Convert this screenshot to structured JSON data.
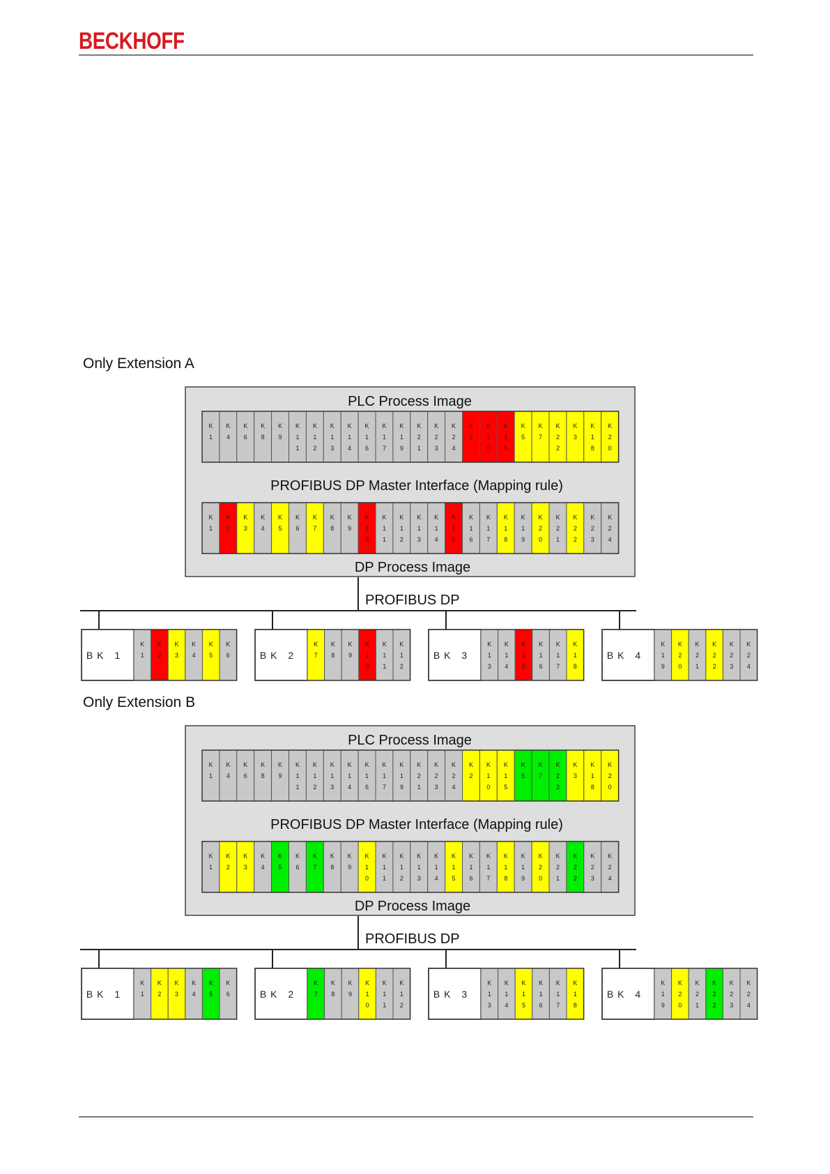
{
  "header": {
    "logo_text": "BECKHOFF"
  },
  "colors": {
    "red": "#ff0000",
    "yellow": "#ffff00",
    "green": "#00ee00",
    "gray": "#c8c8c8",
    "panel": "#dedede",
    "brand": "#d71920"
  },
  "sections": [
    {
      "title": "Only Extension A",
      "panel_title": "PLC Process Image",
      "mapping_label": "PROFIBUS DP Master Interface (Mapping rule)",
      "dp_image_label": "DP Process Image",
      "bus_label": "PROFIBUS DP",
      "plc_row": [
        {
          "label": "K1",
          "color": "gray"
        },
        {
          "label": "K4",
          "color": "gray"
        },
        {
          "label": "K6",
          "color": "gray"
        },
        {
          "label": "K8",
          "color": "gray"
        },
        {
          "label": "K9",
          "color": "gray"
        },
        {
          "label": "K11",
          "color": "gray"
        },
        {
          "label": "K12",
          "color": "gray"
        },
        {
          "label": "K13",
          "color": "gray"
        },
        {
          "label": "K14",
          "color": "gray"
        },
        {
          "label": "K16",
          "color": "gray"
        },
        {
          "label": "K17",
          "color": "gray"
        },
        {
          "label": "K19",
          "color": "gray"
        },
        {
          "label": "K21",
          "color": "gray"
        },
        {
          "label": "K23",
          "color": "gray"
        },
        {
          "label": "K24",
          "color": "gray"
        },
        {
          "label": "K2",
          "color": "red"
        },
        {
          "label": "K10",
          "color": "red"
        },
        {
          "label": "K15",
          "color": "red"
        },
        {
          "label": "K5",
          "color": "yellow"
        },
        {
          "label": "K7",
          "color": "yellow"
        },
        {
          "label": "K22",
          "color": "yellow"
        },
        {
          "label": "K3",
          "color": "yellow"
        },
        {
          "label": "K18",
          "color": "yellow"
        },
        {
          "label": "K20",
          "color": "yellow"
        }
      ],
      "dp_row": [
        {
          "label": "K1",
          "color": "gray"
        },
        {
          "label": "K2",
          "color": "red"
        },
        {
          "label": "K3",
          "color": "yellow"
        },
        {
          "label": "K4",
          "color": "gray"
        },
        {
          "label": "K5",
          "color": "yellow"
        },
        {
          "label": "K6",
          "color": "gray"
        },
        {
          "label": "K7",
          "color": "yellow"
        },
        {
          "label": "K8",
          "color": "gray"
        },
        {
          "label": "K9",
          "color": "gray"
        },
        {
          "label": "K10",
          "color": "red"
        },
        {
          "label": "K11",
          "color": "gray"
        },
        {
          "label": "K12",
          "color": "gray"
        },
        {
          "label": "K13",
          "color": "gray"
        },
        {
          "label": "K14",
          "color": "gray"
        },
        {
          "label": "K15",
          "color": "red"
        },
        {
          "label": "K16",
          "color": "gray"
        },
        {
          "label": "K17",
          "color": "gray"
        },
        {
          "label": "K18",
          "color": "yellow"
        },
        {
          "label": "K19",
          "color": "gray"
        },
        {
          "label": "K20",
          "color": "yellow"
        },
        {
          "label": "K21",
          "color": "gray"
        },
        {
          "label": "K22",
          "color": "yellow"
        },
        {
          "label": "K23",
          "color": "gray"
        },
        {
          "label": "K24",
          "color": "gray"
        }
      ],
      "couplers": [
        {
          "label": "BK 1",
          "terminals": [
            {
              "label": "K1",
              "color": "gray"
            },
            {
              "label": "K2",
              "color": "red"
            },
            {
              "label": "K3",
              "color": "yellow"
            },
            {
              "label": "K4",
              "color": "gray"
            },
            {
              "label": "K5",
              "color": "yellow"
            },
            {
              "label": "K6",
              "color": "gray"
            }
          ]
        },
        {
          "label": "BK 2",
          "terminals": [
            {
              "label": "K7",
              "color": "yellow"
            },
            {
              "label": "K8",
              "color": "gray"
            },
            {
              "label": "K9",
              "color": "gray"
            },
            {
              "label": "K10",
              "color": "red"
            },
            {
              "label": "K11",
              "color": "gray"
            },
            {
              "label": "K12",
              "color": "gray"
            }
          ]
        },
        {
          "label": "BK 3",
          "terminals": [
            {
              "label": "K13",
              "color": "gray"
            },
            {
              "label": "K14",
              "color": "gray"
            },
            {
              "label": "K15",
              "color": "red"
            },
            {
              "label": "K16",
              "color": "gray"
            },
            {
              "label": "K17",
              "color": "gray"
            },
            {
              "label": "K18",
              "color": "yellow"
            }
          ]
        },
        {
          "label": "BK 4",
          "terminals": [
            {
              "label": "K19",
              "color": "gray"
            },
            {
              "label": "K20",
              "color": "yellow"
            },
            {
              "label": "K21",
              "color": "gray"
            },
            {
              "label": "K22",
              "color": "yellow"
            },
            {
              "label": "K23",
              "color": "gray"
            },
            {
              "label": "K24",
              "color": "gray"
            }
          ]
        }
      ]
    },
    {
      "title": "Only Extension B",
      "panel_title": "PLC Process Image",
      "mapping_label": "PROFIBUS DP Master Interface (Mapping rule)",
      "dp_image_label": "DP Process Image",
      "bus_label": "PROFIBUS DP",
      "plc_row": [
        {
          "label": "K1",
          "color": "gray"
        },
        {
          "label": "K4",
          "color": "gray"
        },
        {
          "label": "K6",
          "color": "gray"
        },
        {
          "label": "K8",
          "color": "gray"
        },
        {
          "label": "K9",
          "color": "gray"
        },
        {
          "label": "K11",
          "color": "gray"
        },
        {
          "label": "K12",
          "color": "gray"
        },
        {
          "label": "K13",
          "color": "gray"
        },
        {
          "label": "K14",
          "color": "gray"
        },
        {
          "label": "K16",
          "color": "gray"
        },
        {
          "label": "K17",
          "color": "gray"
        },
        {
          "label": "K19",
          "color": "gray"
        },
        {
          "label": "K21",
          "color": "gray"
        },
        {
          "label": "K23",
          "color": "gray"
        },
        {
          "label": "K24",
          "color": "gray"
        },
        {
          "label": "K2",
          "color": "yellow"
        },
        {
          "label": "K10",
          "color": "yellow"
        },
        {
          "label": "K15",
          "color": "yellow"
        },
        {
          "label": "K5",
          "color": "green"
        },
        {
          "label": "K7",
          "color": "green"
        },
        {
          "label": "K22",
          "color": "green"
        },
        {
          "label": "K3",
          "color": "yellow"
        },
        {
          "label": "K18",
          "color": "yellow"
        },
        {
          "label": "K20",
          "color": "yellow"
        }
      ],
      "dp_row": [
        {
          "label": "K1",
          "color": "gray"
        },
        {
          "label": "K2",
          "color": "yellow"
        },
        {
          "label": "K3",
          "color": "yellow"
        },
        {
          "label": "K4",
          "color": "gray"
        },
        {
          "label": "K5",
          "color": "green"
        },
        {
          "label": "K6",
          "color": "gray"
        },
        {
          "label": "K7",
          "color": "green"
        },
        {
          "label": "K8",
          "color": "gray"
        },
        {
          "label": "K9",
          "color": "gray"
        },
        {
          "label": "K10",
          "color": "yellow"
        },
        {
          "label": "K11",
          "color": "gray"
        },
        {
          "label": "K12",
          "color": "gray"
        },
        {
          "label": "K13",
          "color": "gray"
        },
        {
          "label": "K14",
          "color": "gray"
        },
        {
          "label": "K15",
          "color": "yellow"
        },
        {
          "label": "K16",
          "color": "gray"
        },
        {
          "label": "K17",
          "color": "gray"
        },
        {
          "label": "K18",
          "color": "yellow"
        },
        {
          "label": "K19",
          "color": "gray"
        },
        {
          "label": "K20",
          "color": "yellow"
        },
        {
          "label": "K21",
          "color": "gray"
        },
        {
          "label": "K22",
          "color": "green"
        },
        {
          "label": "K23",
          "color": "gray"
        },
        {
          "label": "K24",
          "color": "gray"
        }
      ],
      "couplers": [
        {
          "label": "BK 1",
          "terminals": [
            {
              "label": "K1",
              "color": "gray"
            },
            {
              "label": "K2",
              "color": "yellow"
            },
            {
              "label": "K3",
              "color": "yellow"
            },
            {
              "label": "K4",
              "color": "gray"
            },
            {
              "label": "K5",
              "color": "green"
            },
            {
              "label": "K6",
              "color": "gray"
            }
          ]
        },
        {
          "label": "BK 2",
          "terminals": [
            {
              "label": "K7",
              "color": "green"
            },
            {
              "label": "K8",
              "color": "gray"
            },
            {
              "label": "K9",
              "color": "gray"
            },
            {
              "label": "K10",
              "color": "yellow"
            },
            {
              "label": "K11",
              "color": "gray"
            },
            {
              "label": "K12",
              "color": "gray"
            }
          ]
        },
        {
          "label": "BK 3",
          "terminals": [
            {
              "label": "K13",
              "color": "gray"
            },
            {
              "label": "K14",
              "color": "gray"
            },
            {
              "label": "K15",
              "color": "yellow"
            },
            {
              "label": "K16",
              "color": "gray"
            },
            {
              "label": "K17",
              "color": "gray"
            },
            {
              "label": "K18",
              "color": "yellow"
            }
          ]
        },
        {
          "label": "BK 4",
          "terminals": [
            {
              "label": "K19",
              "color": "gray"
            },
            {
              "label": "K20",
              "color": "yellow"
            },
            {
              "label": "K21",
              "color": "gray"
            },
            {
              "label": "K22",
              "color": "green"
            },
            {
              "label": "K23",
              "color": "gray"
            },
            {
              "label": "K24",
              "color": "gray"
            }
          ]
        }
      ]
    }
  ]
}
